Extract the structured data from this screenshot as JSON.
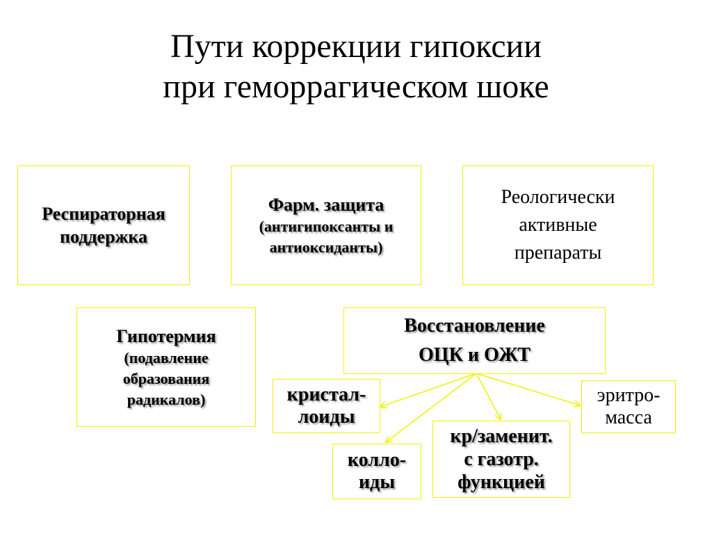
{
  "title": {
    "line1": "Пути коррекции гипоксии",
    "line2": "при геморрагическом шоке"
  },
  "boxes": {
    "respiratory": {
      "line1": "Респираторная",
      "line2": "поддержка"
    },
    "pharm": {
      "line1": "Фарм. защита",
      "line2": "(антигипоксанты и",
      "line3": "антиоксиданты)"
    },
    "rheology": {
      "line1": "Реологически",
      "line2": "активные",
      "line3": "препараты"
    },
    "hypothermia": {
      "line1": "Гипотермия",
      "line2": "(подавление",
      "line3": "образования",
      "line4": "радикалов)"
    },
    "restore": {
      "line1": "Восстановление",
      "line2": "ОЦК и ОЖТ"
    },
    "crystalloids": {
      "line1": "кристал-",
      "line2": "лоиды"
    },
    "colloids": {
      "line1": "колло-",
      "line2": "иды"
    },
    "blood_substitutes": {
      "line1": "кр/заменит.",
      "line2": "с газотр.",
      "line3": "функцией"
    },
    "erythro": {
      "line1": "эритро-",
      "line2": "масса"
    }
  },
  "colors": {
    "border": "#f2f000",
    "arrow": "#f2f000",
    "text": "#000000",
    "shadow": "#9a9a9a"
  }
}
